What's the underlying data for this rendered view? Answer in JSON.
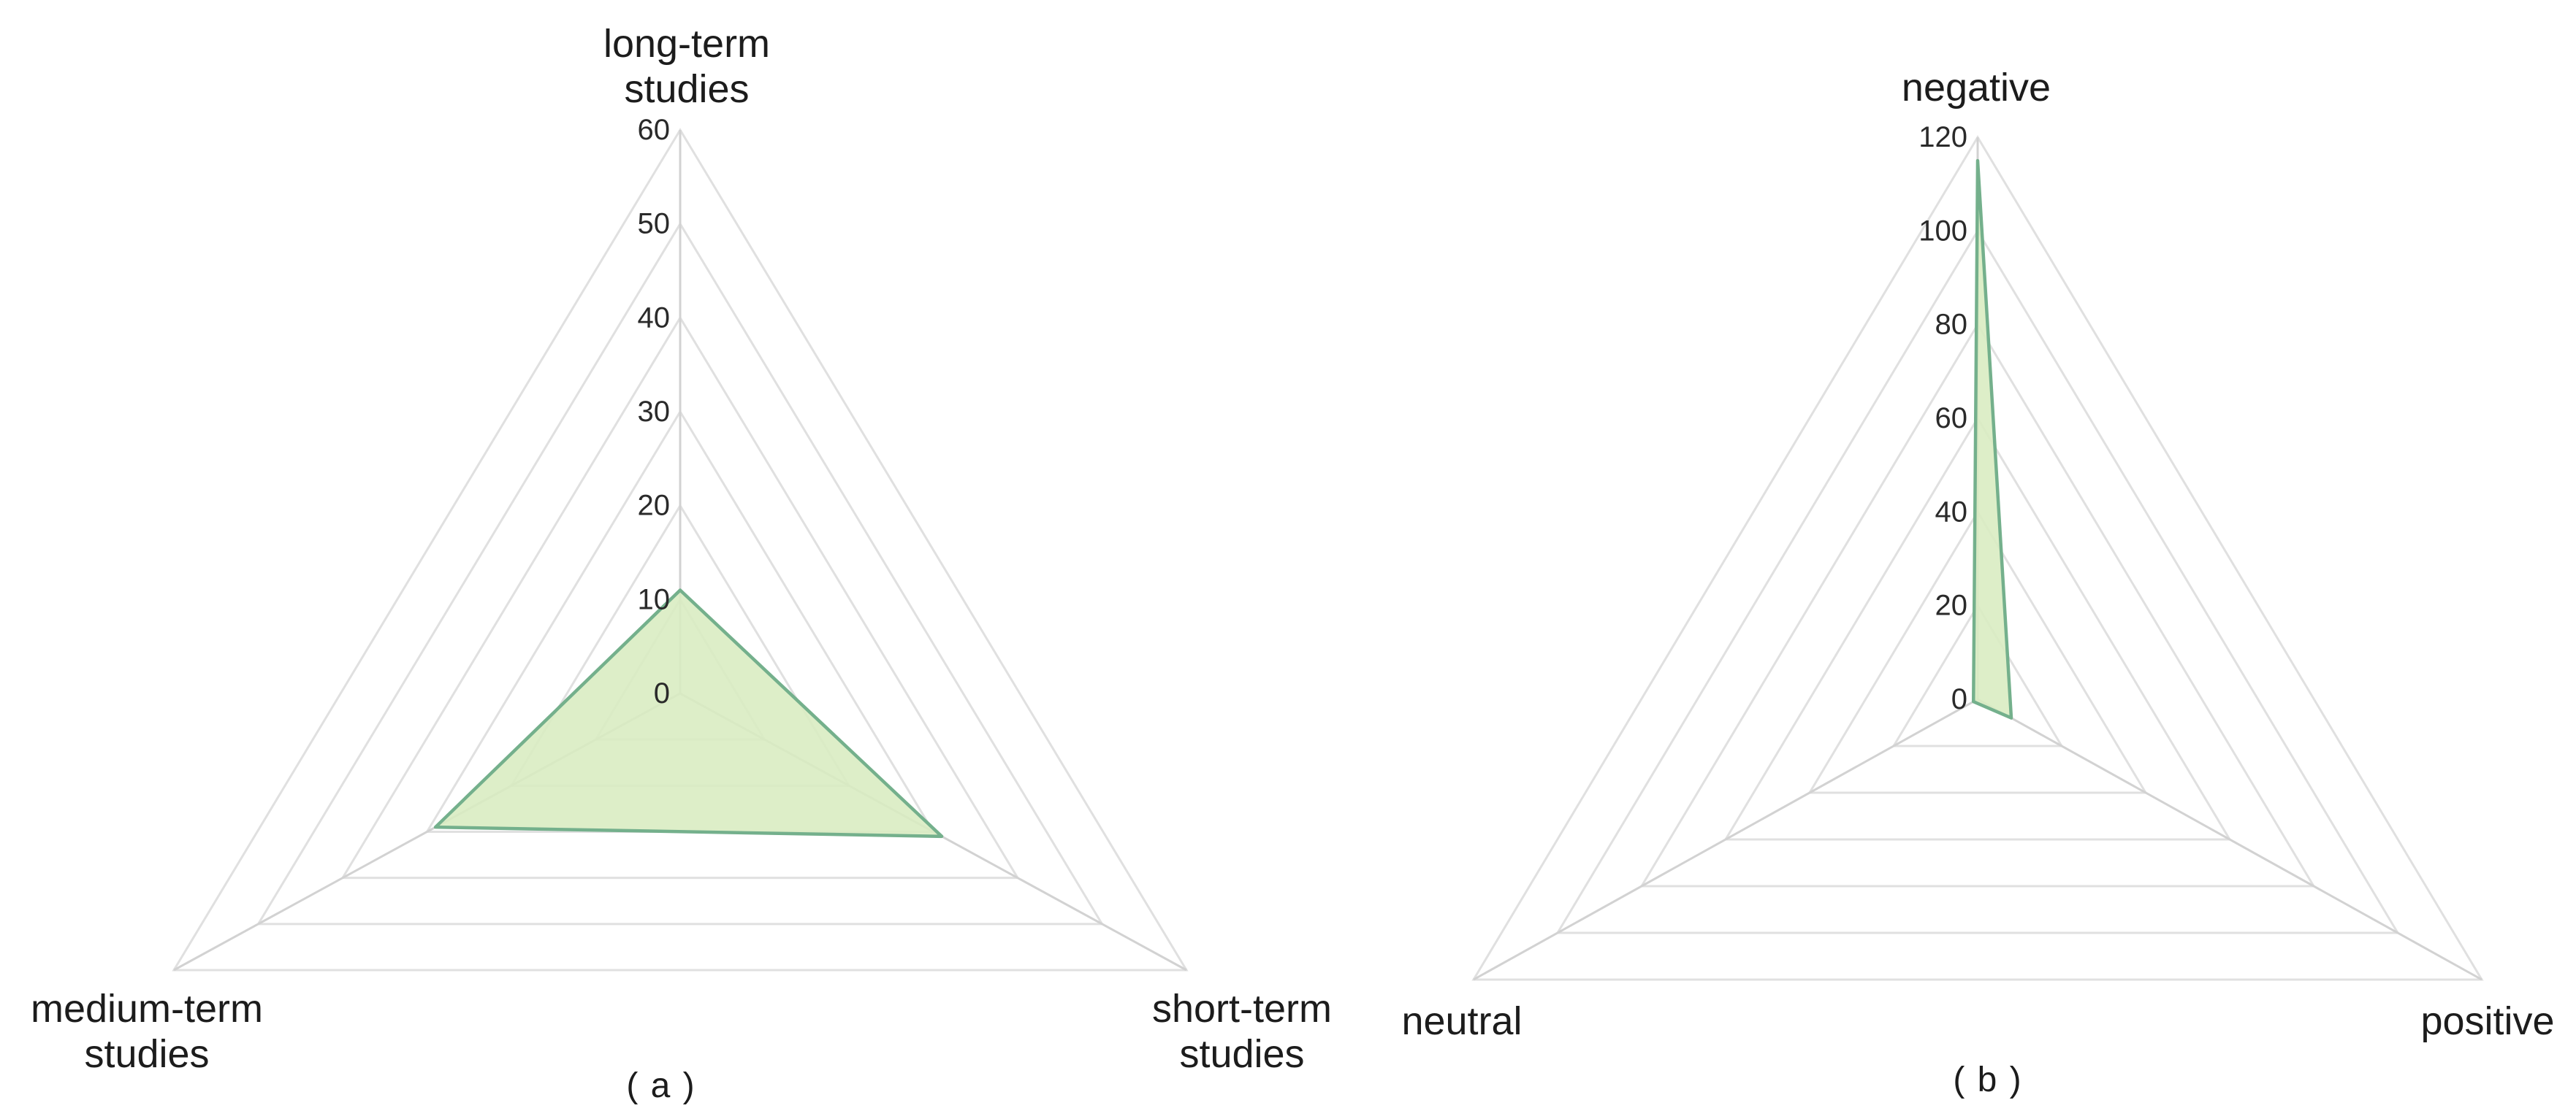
{
  "figure": {
    "captions": [
      "( a )",
      "( b )"
    ]
  },
  "colors": {
    "background": "#ffffff",
    "series_fill": "#d8ecc0",
    "series_fill_opacity": 0.88,
    "series_stroke": "#74b08c",
    "grid_ring": "#e0e0e0",
    "axis_spoke": "#d2d2d2",
    "text": "#1c1c1c",
    "tick_text": "#2a2a2a"
  },
  "chart_data": [
    {
      "type": "radar",
      "caption": "( a )",
      "categories": [
        "long-term studies",
        "medium-term studies",
        "short-term studies"
      ],
      "category_lines": [
        [
          "long-term",
          "studies"
        ],
        [
          "medium-term",
          "studies"
        ],
        [
          "short-term",
          "studies"
        ]
      ],
      "values": [
        11,
        29,
        31
      ],
      "ticks": [
        0,
        10,
        20,
        30,
        40,
        50,
        60
      ],
      "axis_range": [
        0,
        60
      ],
      "grid": true,
      "legend": "none"
    },
    {
      "type": "radar",
      "caption": "( b )",
      "categories": [
        "negative",
        "neutral",
        "positive"
      ],
      "category_lines": [
        [
          "negative"
        ],
        [
          "neutral"
        ],
        [
          "positive"
        ]
      ],
      "values": [
        115,
        1,
        8
      ],
      "ticks": [
        0,
        20,
        40,
        60,
        80,
        100,
        120
      ],
      "axis_range": [
        0,
        120
      ],
      "grid": true,
      "legend": "none"
    }
  ]
}
